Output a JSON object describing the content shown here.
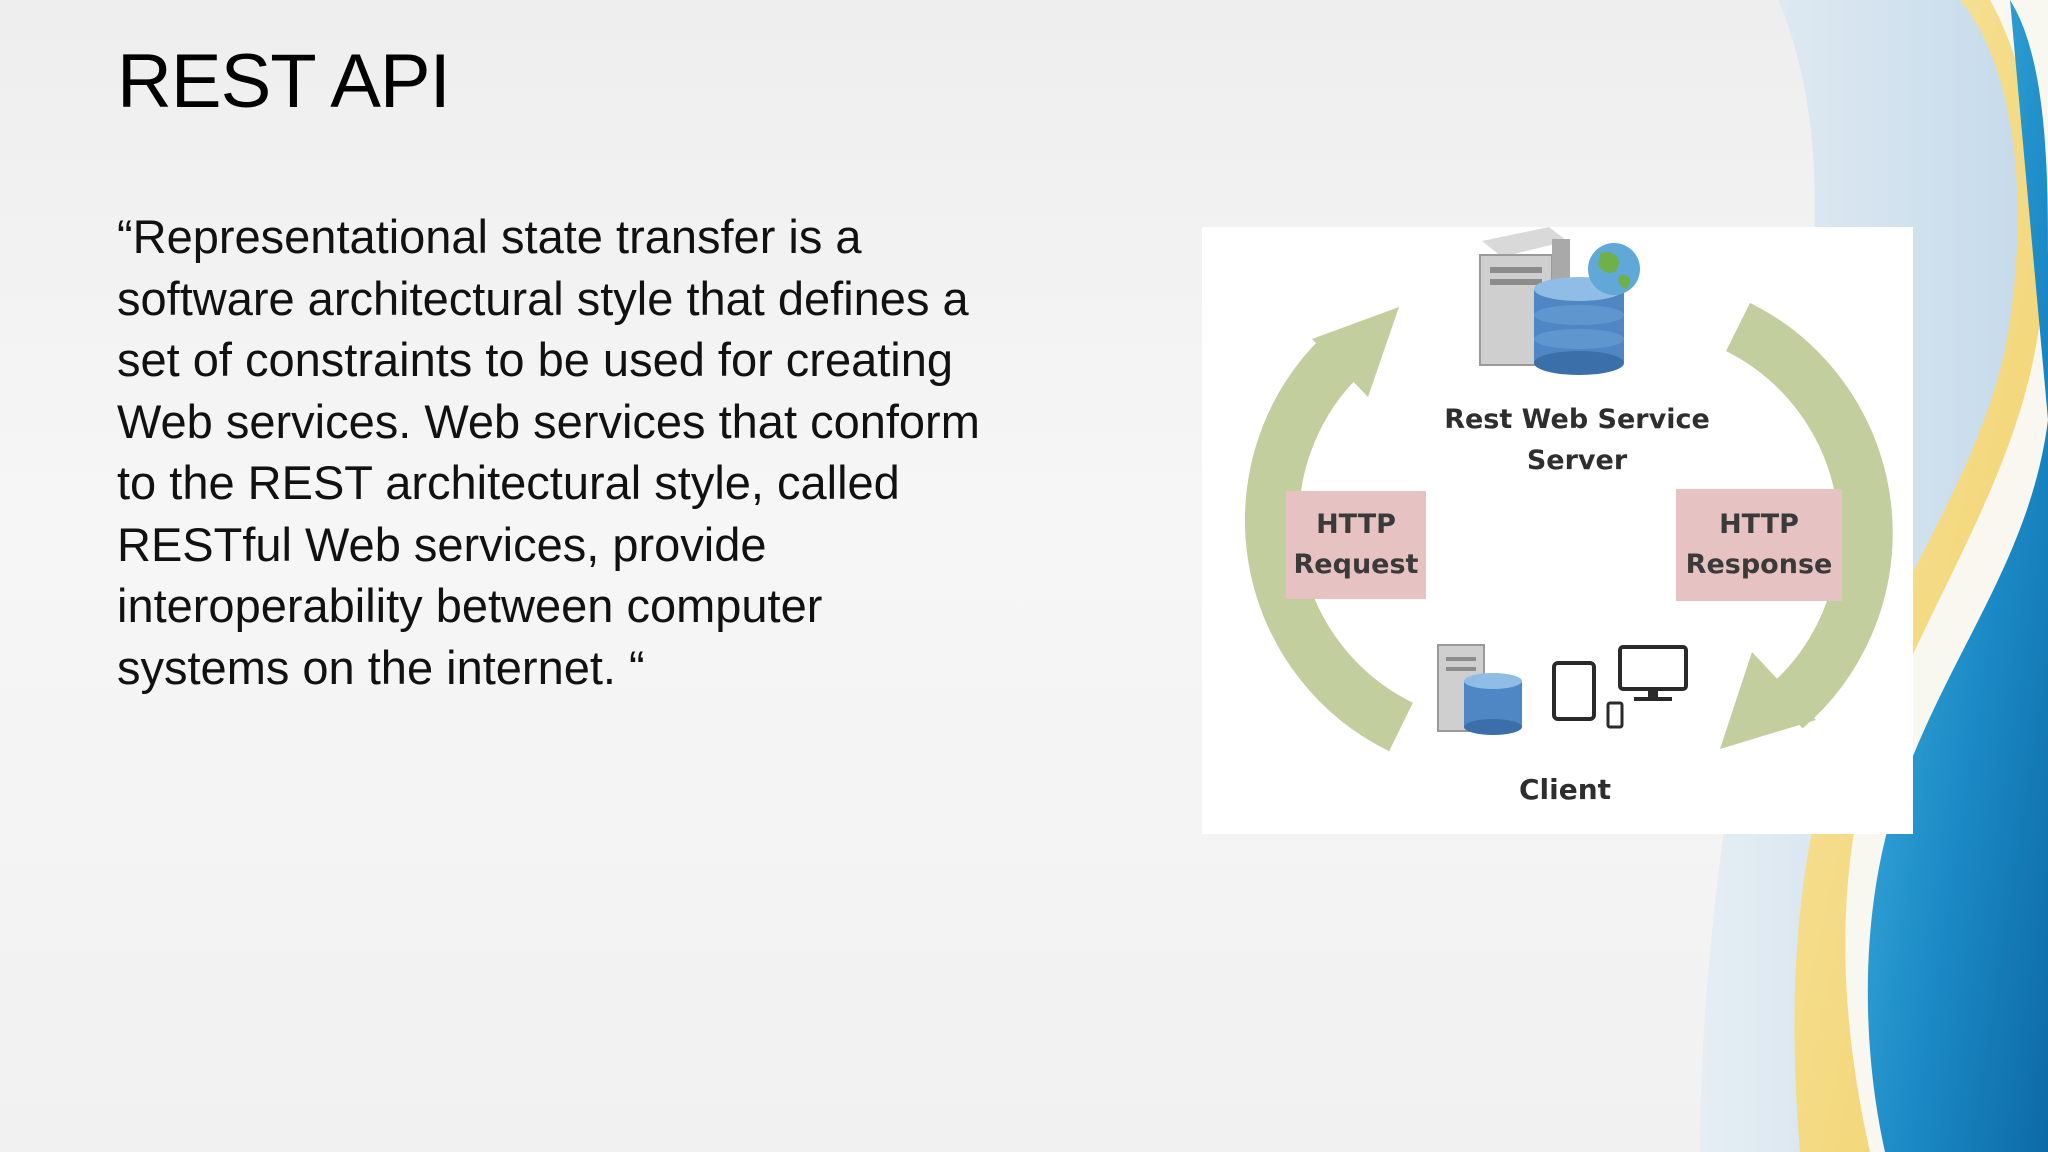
{
  "slide": {
    "title": "REST API",
    "body_lines": [
      "“Representational state transfer is a",
      "software architectural style that defines a",
      "set of constraints to be used for creating",
      "Web services. Web services that conform",
      "to the REST architectural style, called",
      "RESTful Web services, provide",
      "interoperability between computer",
      "systems on the internet. “"
    ]
  },
  "diagram": {
    "server_label_line1": "Rest Web Service",
    "server_label_line2": "Server",
    "request_line1": "HTTP",
    "request_line2": "Request",
    "response_line1": "HTTP",
    "response_line2": "Response",
    "client_label": "Client",
    "icons": [
      "server-icon",
      "database-icon",
      "globe-icon",
      "tablet-icon",
      "monitor-icon",
      "phone-icon"
    ],
    "colors": {
      "arrow": "#c2ce9e",
      "tag": "#e7c2c2",
      "database": "#4f87c4",
      "wave_blue": "#1b88c4",
      "wave_yellow": "#f4d978"
    }
  }
}
